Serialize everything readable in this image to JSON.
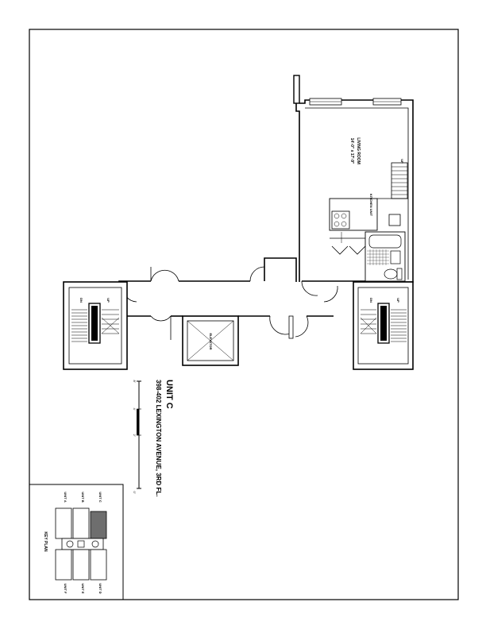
{
  "title_block": {
    "unit_title": "UNIT C",
    "address": "398-402 LEXINGTON AVENUE, 3RD FL."
  },
  "rooms": {
    "living_room": "LIVING ROOM",
    "living_dims": "14'-0\" x 17'-9\"",
    "elevator": "ELEVATOR",
    "stair_dn_left": "DN",
    "stair_up_left": "UP",
    "stair_dn_right": "DN",
    "stair_up_right": "UP",
    "closet_up": "UP",
    "kitchen_note": "KITCHEN UNIT"
  },
  "scale_bar": {
    "ticks": [
      "0'",
      "2'",
      "4'",
      "8'"
    ]
  },
  "key_plan": {
    "title": "KEY PLAN",
    "units_top": [
      "UNIT A",
      "UNIT B",
      "UNIT C"
    ],
    "units_bottom": [
      "UNIT F",
      "UNIT E",
      "UNIT D"
    ],
    "highlight_color": "#6e6e6e"
  }
}
